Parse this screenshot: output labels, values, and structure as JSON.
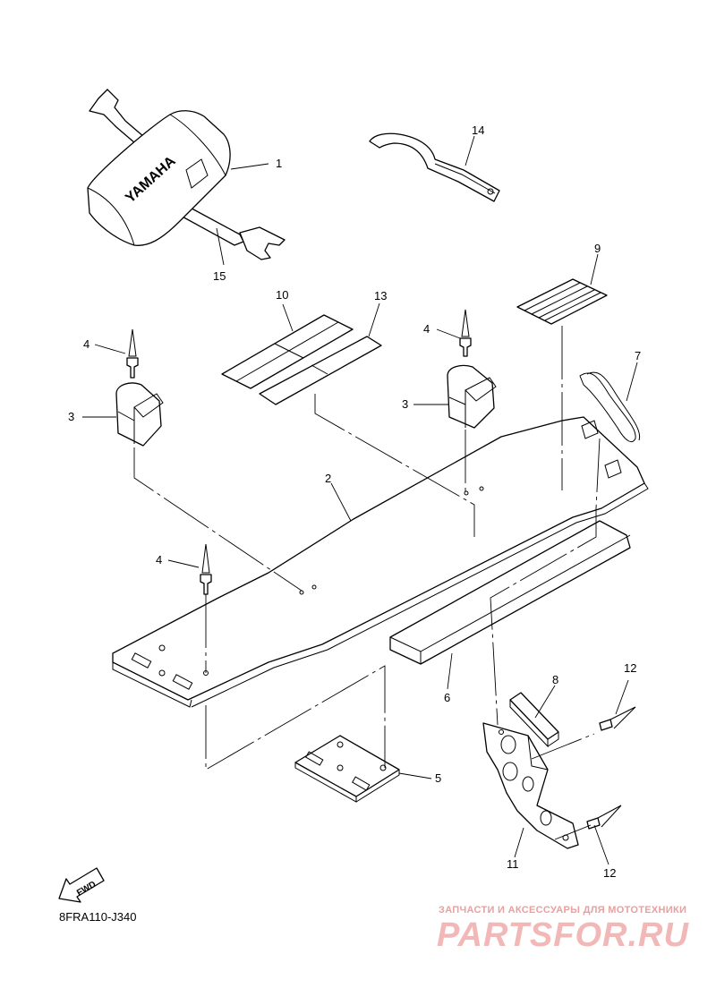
{
  "diagram": {
    "callouts": {
      "c1": "1",
      "c2": "2",
      "c3a": "3",
      "c3b": "3",
      "c4a": "4",
      "c4b": "4",
      "c4c": "4",
      "c5": "5",
      "c6": "6",
      "c7": "7",
      "c8": "8",
      "c9": "9",
      "c10": "10",
      "c11": "11",
      "c12a": "12",
      "c12b": "12",
      "c13": "13",
      "c14": "14",
      "c15": "15"
    },
    "bag_brand": "YAMAHA",
    "fwd_label": "FWD",
    "diagram_code": "8FRA110-J340"
  },
  "watermark": {
    "tagline": "ЗАПЧАСТИ И АКСЕССУАРЫ ДЛЯ МОТОТЕХНИКИ",
    "brand": "PARTSFOR.RU"
  }
}
